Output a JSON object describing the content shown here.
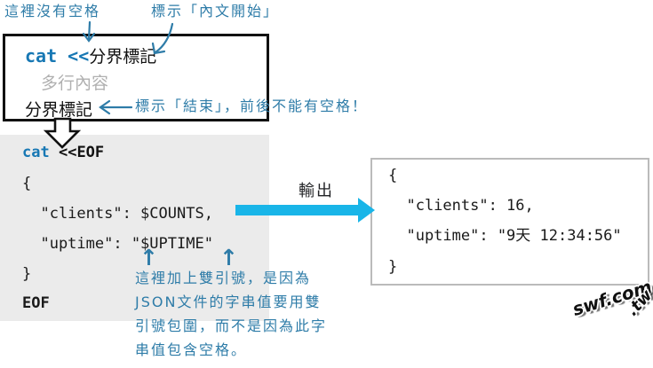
{
  "colors": {
    "code_blue": "#1878b4",
    "handwriting_blue": "#2e7ca8",
    "output_arrow_cyan": "#19b5e8",
    "script_box_gray": "#ebebeb",
    "muted_placeholder_gray": "#b0b0b0",
    "output_box_border": "#bbbbbb"
  },
  "annotations": {
    "no_space": "這裡沒有空格",
    "start_marker": "標示「內文開始」",
    "end_marker": "標示「結束」，前後不能有空格！",
    "up_arrow_glyph": "↑",
    "quotes_note": {
      "line1": "這裡加上雙引號，是因為",
      "line2": "JSON文件的字串值要用雙",
      "line3": "引號包圍，而不是因為此字",
      "line4": "串值包含空格。"
    }
  },
  "syntax_box": {
    "keyword": "cat",
    "operator": "<<",
    "delimiter_start": "分界標記",
    "body_placeholder": "多行內容",
    "delimiter_end": "分界標記"
  },
  "script_box": {
    "keyword": "cat",
    "operator_delimiter": "<<EOF",
    "lines": {
      "l1": "{",
      "l2": "  \"clients\": $COUNTS,",
      "l3": "  \"uptime\": \"$UPTIME\"",
      "l4": "}"
    },
    "end_delimiter": "EOF"
  },
  "output": {
    "arrow_label": "輸出",
    "lines": {
      "l1": "{",
      "l2": "  \"clients\": 16,",
      "l3": "  \"uptime\": \"9天 12:34:56\"",
      "l4": "}"
    }
  },
  "logo": {
    "main": "swf.com",
    "tld": ".tw"
  }
}
